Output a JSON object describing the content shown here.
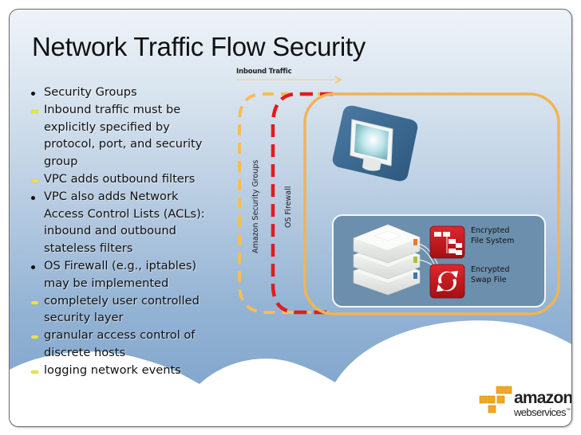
{
  "slide": {
    "title": "Network Traffic Flow Security",
    "bullets": [
      {
        "level": 1,
        "marker": "dot",
        "text": "Security Groups"
      },
      {
        "level": 2,
        "marker": "dash",
        "text": "Inbound traffic must be\nexplicitly specified by\nprotocol, port, and security\ngroup"
      },
      {
        "level": 2,
        "marker": "dash",
        "text": "VPC adds outbound filters"
      },
      {
        "level": 1,
        "marker": "dot",
        "text": "VPC also adds Network\nAccess Control Lists (ACLs):\ninbound and outbound\nstateless filters"
      },
      {
        "level": 1,
        "marker": "dot",
        "text": "OS Firewall (e.g., iptables)\nmay be implemented"
      },
      {
        "level": 2,
        "marker": "dash",
        "text": "completely user controlled\nsecurity layer"
      },
      {
        "level": 2,
        "marker": "dash",
        "text": "granular access control of\ndiscrete hosts"
      },
      {
        "level": 2,
        "marker": "dash",
        "text": "logging network events"
      }
    ]
  },
  "diagram": {
    "inbound_label": "Inbound Traffic",
    "security_groups_label": "Amazon Security Groups",
    "os_firewall_label": "OS Firewall",
    "encrypted_fs_label": "Encrypted\nFile System",
    "encrypted_swap_label": "Encrypted\nSwap File",
    "icons": [
      "monitor-icon",
      "server-stack-icon",
      "file-system-icon",
      "swap-refresh-icon"
    ]
  },
  "colors": {
    "security_group_line": "#f6bd57",
    "firewall_line": "#e31b1b",
    "instance_border": "#f2b451",
    "panel_bg": "#6c8fad",
    "icon_red": "#c8161d",
    "bullet_dash": "#e8e24a"
  },
  "logo": {
    "brand": "amazon",
    "sub": "webservices",
    "tm": "™"
  }
}
